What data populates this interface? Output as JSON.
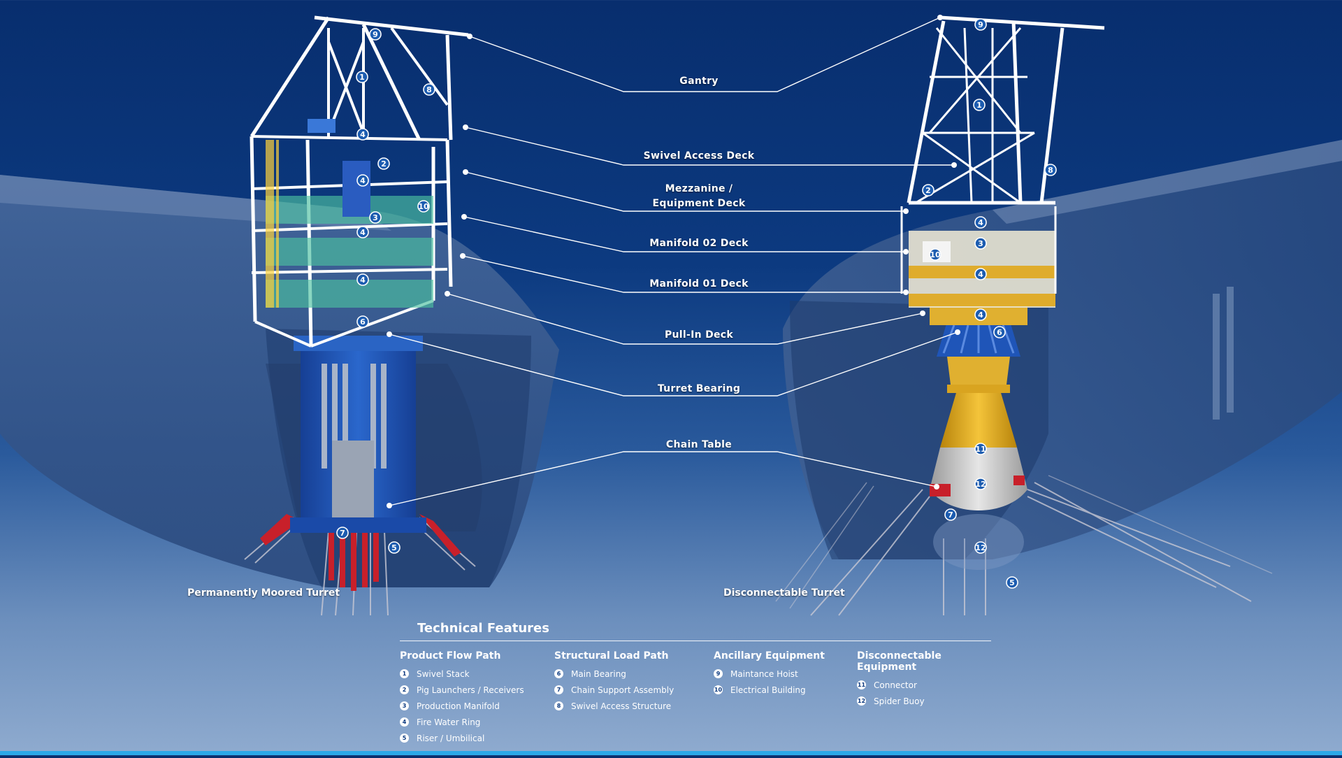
{
  "labels": {
    "gantry": "Gantry",
    "swivel_access_deck": "Swivel Access Deck",
    "mezzanine_line1": "Mezzanine /",
    "mezzanine_line2": "Equipment Deck",
    "manifold_02_deck": "Manifold 02 Deck",
    "manifold_01_deck": "Manifold 01 Deck",
    "pull_in_deck": "Pull-In Deck",
    "turret_bearing": "Turret Bearing",
    "chain_table": "Chain Table"
  },
  "captions": {
    "left_turret": "Permanently Moored Turret",
    "right_turret": "Disconnectable Turret"
  },
  "markers_left": [
    "9",
    "1",
    "8",
    "4",
    "2",
    "4",
    "10",
    "3",
    "4",
    "4",
    "6",
    "7",
    "5"
  ],
  "markers_right": [
    "9",
    "1",
    "8",
    "2",
    "4",
    "10",
    "3",
    "4",
    "4",
    "6",
    "11",
    "12",
    "7",
    "12",
    "5"
  ],
  "technical_features": {
    "title": "Technical Features",
    "groups": [
      {
        "title": "Product Flow Path",
        "items": [
          {
            "num": "1",
            "label": "Swivel Stack"
          },
          {
            "num": "2",
            "label": "Pig Launchers / Receivers"
          },
          {
            "num": "3",
            "label": "Production Manifold"
          },
          {
            "num": "4",
            "label": "Fire Water Ring"
          },
          {
            "num": "5",
            "label": "Riser / Umbilical"
          }
        ]
      },
      {
        "title": "Structural Load Path",
        "items": [
          {
            "num": "6",
            "label": "Main Bearing"
          },
          {
            "num": "7",
            "label": "Chain Support Assembly"
          },
          {
            "num": "8",
            "label": "Swivel Access Structure"
          }
        ]
      },
      {
        "title": "Ancillary Equipment",
        "items": [
          {
            "num": "9",
            "label": "Maintance Hoist"
          },
          {
            "num": "10",
            "label": "Electrical Building"
          }
        ]
      },
      {
        "title": "Disconnectable Equipment",
        "items": [
          {
            "num": "11",
            "label": "Connector"
          },
          {
            "num": "12",
            "label": "Spider Buoy"
          }
        ]
      }
    ]
  },
  "colors": {
    "background_top": "#082e6e",
    "structure": "#ffffff",
    "turret_blue": "#1f55b8",
    "chains_red": "#c8202a",
    "connector_yellow": "#e8b020",
    "buoy_grey": "#c9c9c9",
    "accent_bar": "#2aa8e8"
  }
}
